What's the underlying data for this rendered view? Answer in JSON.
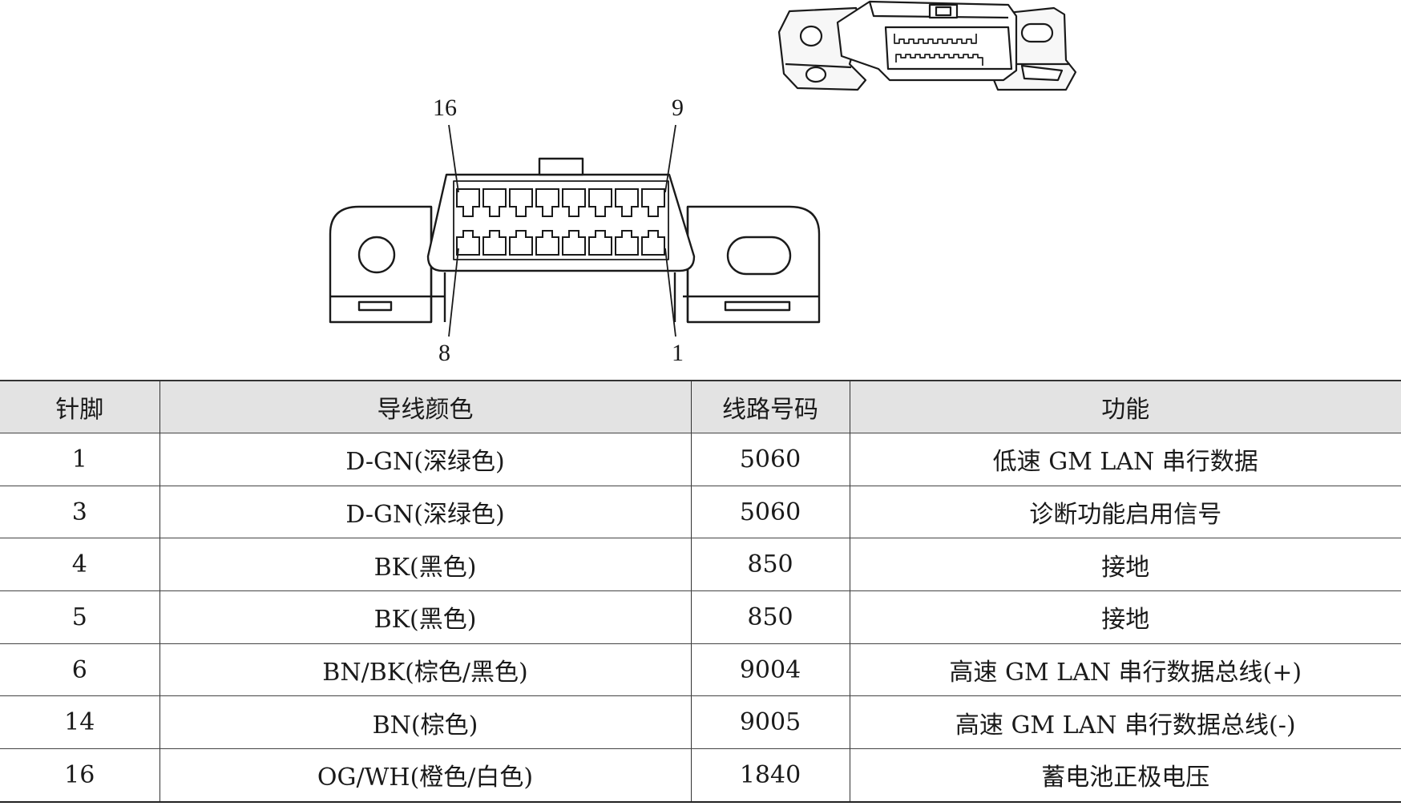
{
  "connector": {
    "pin_labels": {
      "top_left": "16",
      "top_right": "9",
      "bottom_left": "8",
      "bottom_right": "1"
    }
  },
  "table": {
    "headers": [
      "针脚",
      "导线颜色",
      "线路号码",
      "功能"
    ],
    "rows": [
      [
        "1",
        "D-GN(深绿色)",
        "5060",
        "低速 GM LAN 串行数据"
      ],
      [
        "3",
        "D-GN(深绿色)",
        "5060",
        "诊断功能启用信号"
      ],
      [
        "4",
        "BK(黑色)",
        "850",
        "接地"
      ],
      [
        "5",
        "BK(黑色)",
        "850",
        "接地"
      ],
      [
        "6",
        "BN/BK(棕色/黑色)",
        "9004",
        "高速 GM LAN 串行数据总线(+)"
      ],
      [
        "14",
        "BN(棕色)",
        "9005",
        "高速 GM LAN 串行数据总线(-)"
      ],
      [
        "16",
        "OG/WH(橙色/白色)",
        "1840",
        "蓄电池正极电压"
      ]
    ]
  }
}
